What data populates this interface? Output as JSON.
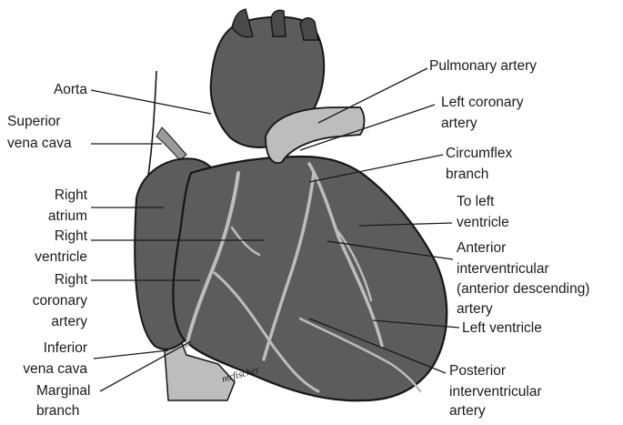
{
  "labels": {
    "aorta": "Aorta",
    "superior_vena_cava_1": "Superior",
    "superior_vena_cava_2": "vena cava",
    "right_atrium_1": "Right",
    "right_atrium_2": "atrium",
    "right_ventricle_1": "Right",
    "right_ventricle_2": "ventricle",
    "right_coronary_1": "Right",
    "right_coronary_2": "coronary",
    "right_coronary_3": "artery",
    "inferior_vena_cava_1": "Inferior",
    "inferior_vena_cava_2": "vena cava",
    "marginal_branch_1": "Marginal",
    "marginal_branch_2": "branch",
    "pulmonary_artery": "Pulmonary artery",
    "left_coronary_1": "Left coronary",
    "left_coronary_2": "artery",
    "circumflex_1": "Circumflex",
    "circumflex_2": "branch",
    "to_left_ventricle_1": "To left",
    "to_left_ventricle_2": "ventricle",
    "anterior_iv_1": "Anterior",
    "anterior_iv_2": "interventricular",
    "anterior_iv_3": "(anterior descending)",
    "anterior_iv_4": "artery",
    "left_ventricle": "Left ventricle",
    "posterior_iv_1": "Posterior",
    "posterior_iv_2": "interventricular",
    "posterior_iv_3": "artery"
  },
  "signature": "mrfischer",
  "colors": {
    "heart_fill": "#5c5c5c",
    "heart_dark": "#4a4a4a",
    "vessel_light": "#bdbdbd",
    "outline": "#151515",
    "leader": "#1a1a1a"
  }
}
